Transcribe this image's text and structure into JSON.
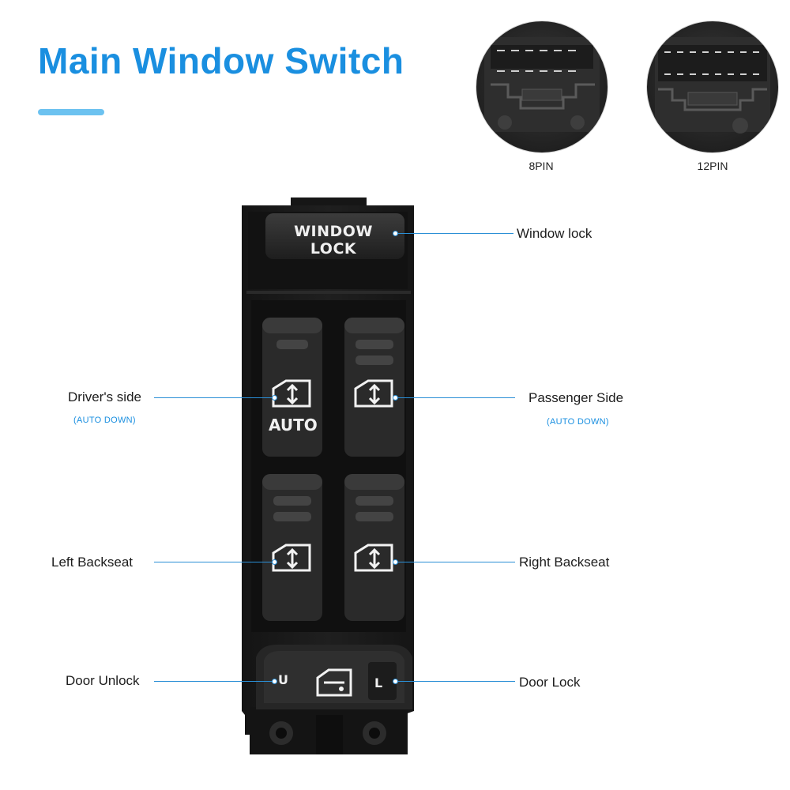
{
  "header": {
    "title": "Main Window Switch"
  },
  "connectors": [
    {
      "label": "8PIN"
    },
    {
      "label": "12PIN"
    }
  ],
  "switch_panel": {
    "window_lock_text": "WINDOW LOCK",
    "auto_text": "AUTO",
    "unlock_glyph": "U",
    "lock_glyph": "L"
  },
  "callouts": {
    "window_lock": "Window lock",
    "drivers_side": "Driver's side",
    "drivers_side_note": "(AUTO DOWN)",
    "passenger_side": "Passenger Side",
    "passenger_side_note": "(AUTO DOWN)",
    "left_backseat": "Left Backseat",
    "right_backseat": "Right Backseat",
    "door_unlock": "Door Unlock",
    "door_lock": "Door Lock"
  },
  "colors": {
    "accent_blue": "#1a8fe0",
    "accent_light_blue": "#6cc2f0",
    "leader_line": "#2a8fd6",
    "switch_body": "#1b1b1b"
  }
}
